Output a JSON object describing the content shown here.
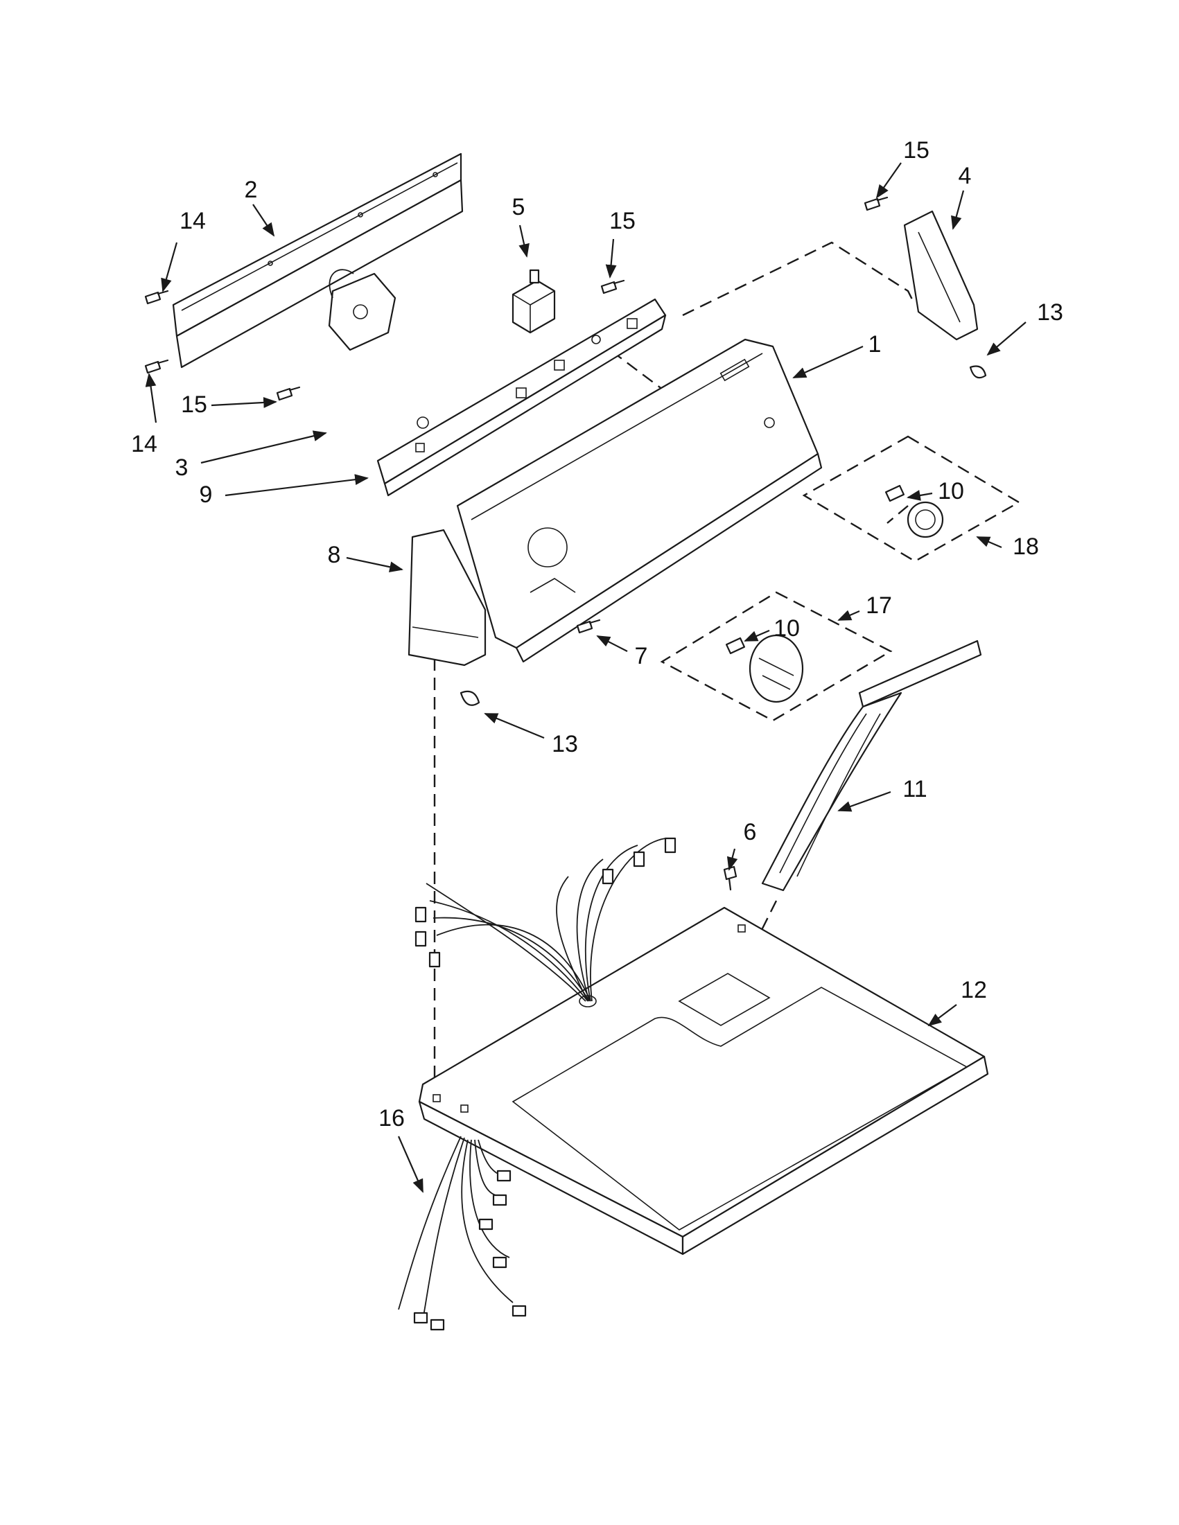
{
  "callouts": {
    "c1": "1",
    "c2": "2",
    "c3": "3",
    "c4": "4",
    "c5": "5",
    "c6": "6",
    "c7": "7",
    "c8": "8",
    "c9": "9",
    "c10a": "10",
    "c10b": "10",
    "c11": "11",
    "c12": "12",
    "c13a": "13",
    "c13b": "13",
    "c14a": "14",
    "c14b": "14",
    "c15a": "15",
    "c15b": "15",
    "c15c": "15",
    "c16": "16",
    "c17": "17",
    "c18": "18"
  }
}
